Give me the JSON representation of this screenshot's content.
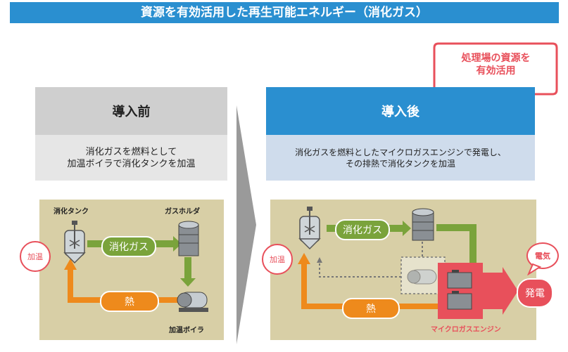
{
  "title": "資源を有効活用した再生可能エネルギー（消化ガス）",
  "callout": {
    "line1": "処理場の資源を",
    "line2": "有効活用"
  },
  "before": {
    "header": "導入前",
    "desc_line1": "消化ガスを燃料として",
    "desc_line2": "加温ボイラで消化タンクを加温",
    "tank_label": "消化タンク",
    "holder_label": "ガスホルダ",
    "boiler_label": "加温ボイラ",
    "gas_label": "消化ガス",
    "heat_label": "熱",
    "warm_label": "加温"
  },
  "after": {
    "header": "導入後",
    "desc_line1": "消化ガスを燃料としたマイクロガスエンジンで発電し、",
    "desc_line2": "その排熱で消化タンクを加温",
    "gas_label": "消化ガス",
    "heat_label": "熱",
    "warm_label": "加温",
    "engine_label": "マイクロガスエンジン",
    "power_label": "発電",
    "electric_label": "電気"
  },
  "colors": {
    "title_bg": "#2a8fd0",
    "gas": "#7aa33b",
    "heat": "#ee8a1c",
    "accent": "#e8505b",
    "panel": "#d8cfa6"
  }
}
